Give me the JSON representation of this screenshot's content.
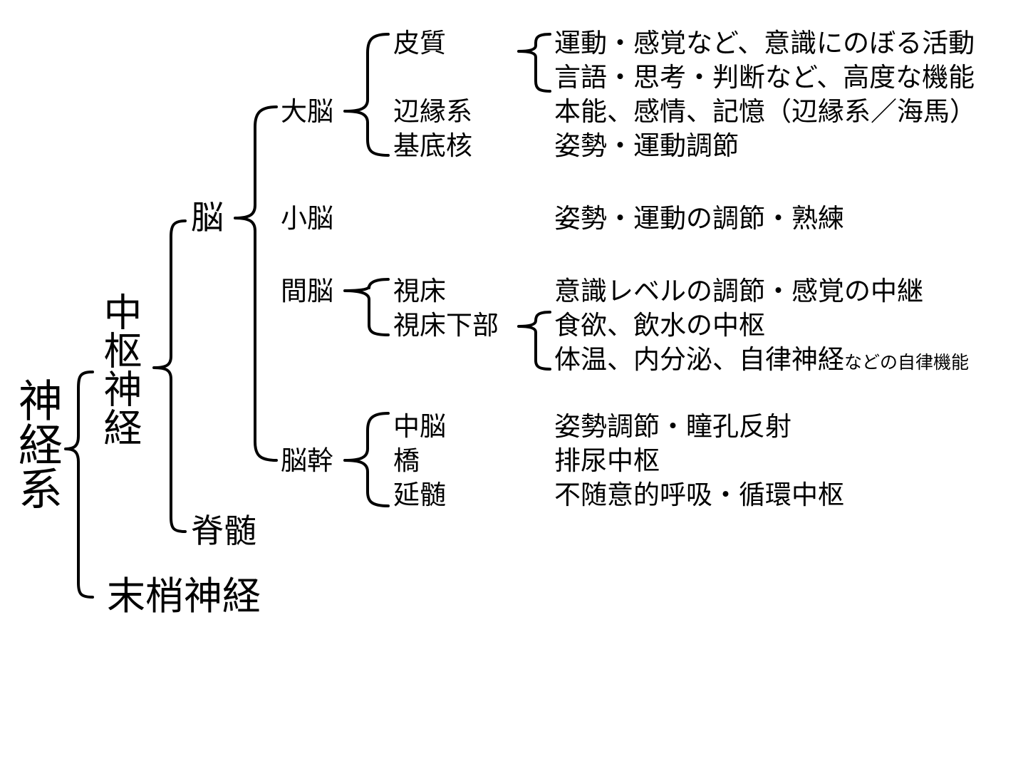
{
  "root": {
    "label": "神経系"
  },
  "central": {
    "label": "中枢神経"
  },
  "peripheral": {
    "label": "末梢神経"
  },
  "brain": {
    "label": "脳"
  },
  "spinal_cord": {
    "label": "脊髄"
  },
  "cerebrum": {
    "label": "大脳",
    "cortex": {
      "label": "皮質",
      "functions": [
        "運動・感覚など、意識にのぼる活動",
        "言語・思考・判断など、高度な機能"
      ]
    },
    "limbic": {
      "label": "辺縁系",
      "function": "本能、感情、記憶（辺縁系／海馬）"
    },
    "basal_ganglia": {
      "label": "基底核",
      "function": "姿勢・運動調節"
    }
  },
  "cerebellum": {
    "label": "小脳",
    "function": "姿勢・運動の調節・熟練"
  },
  "diencephalon": {
    "label": "間脳",
    "thalamus": {
      "label": "視床",
      "function": "意識レベルの調節・感覚の中継"
    },
    "hypothalamus": {
      "label": "視床下部",
      "functions": [
        "食欲、飲水の中枢",
        "体温、内分泌、自律神経"
      ],
      "functions_suffix": "などの自律機能"
    }
  },
  "brainstem": {
    "label": "脳幹",
    "midbrain": {
      "label": "中脳",
      "function": "姿勢調節・瞳孔反射"
    },
    "pons": {
      "label": "橋",
      "function": "排尿中枢"
    },
    "medulla": {
      "label": "延髄",
      "function": "不随意的呼吸・循環中枢"
    }
  }
}
